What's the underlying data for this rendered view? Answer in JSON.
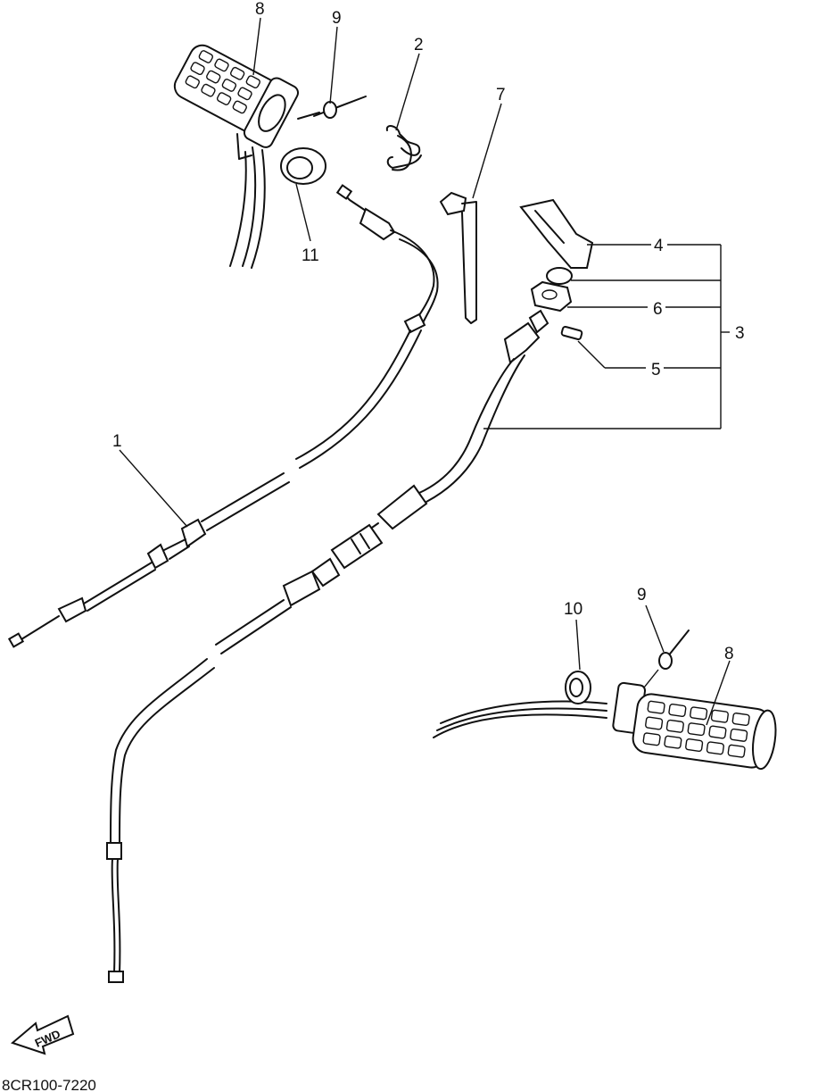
{
  "callouts": {
    "c1": "1",
    "c2": "2",
    "c3": "3",
    "c4": "4",
    "c5": "5",
    "c6": "6",
    "c7": "7",
    "c8_left": "8",
    "c8_right": "8",
    "c9_left": "9",
    "c9_right": "9",
    "c10": "10",
    "c11": "11"
  },
  "fwd_label": "FWD",
  "diagram_code": "8CR100-7220"
}
